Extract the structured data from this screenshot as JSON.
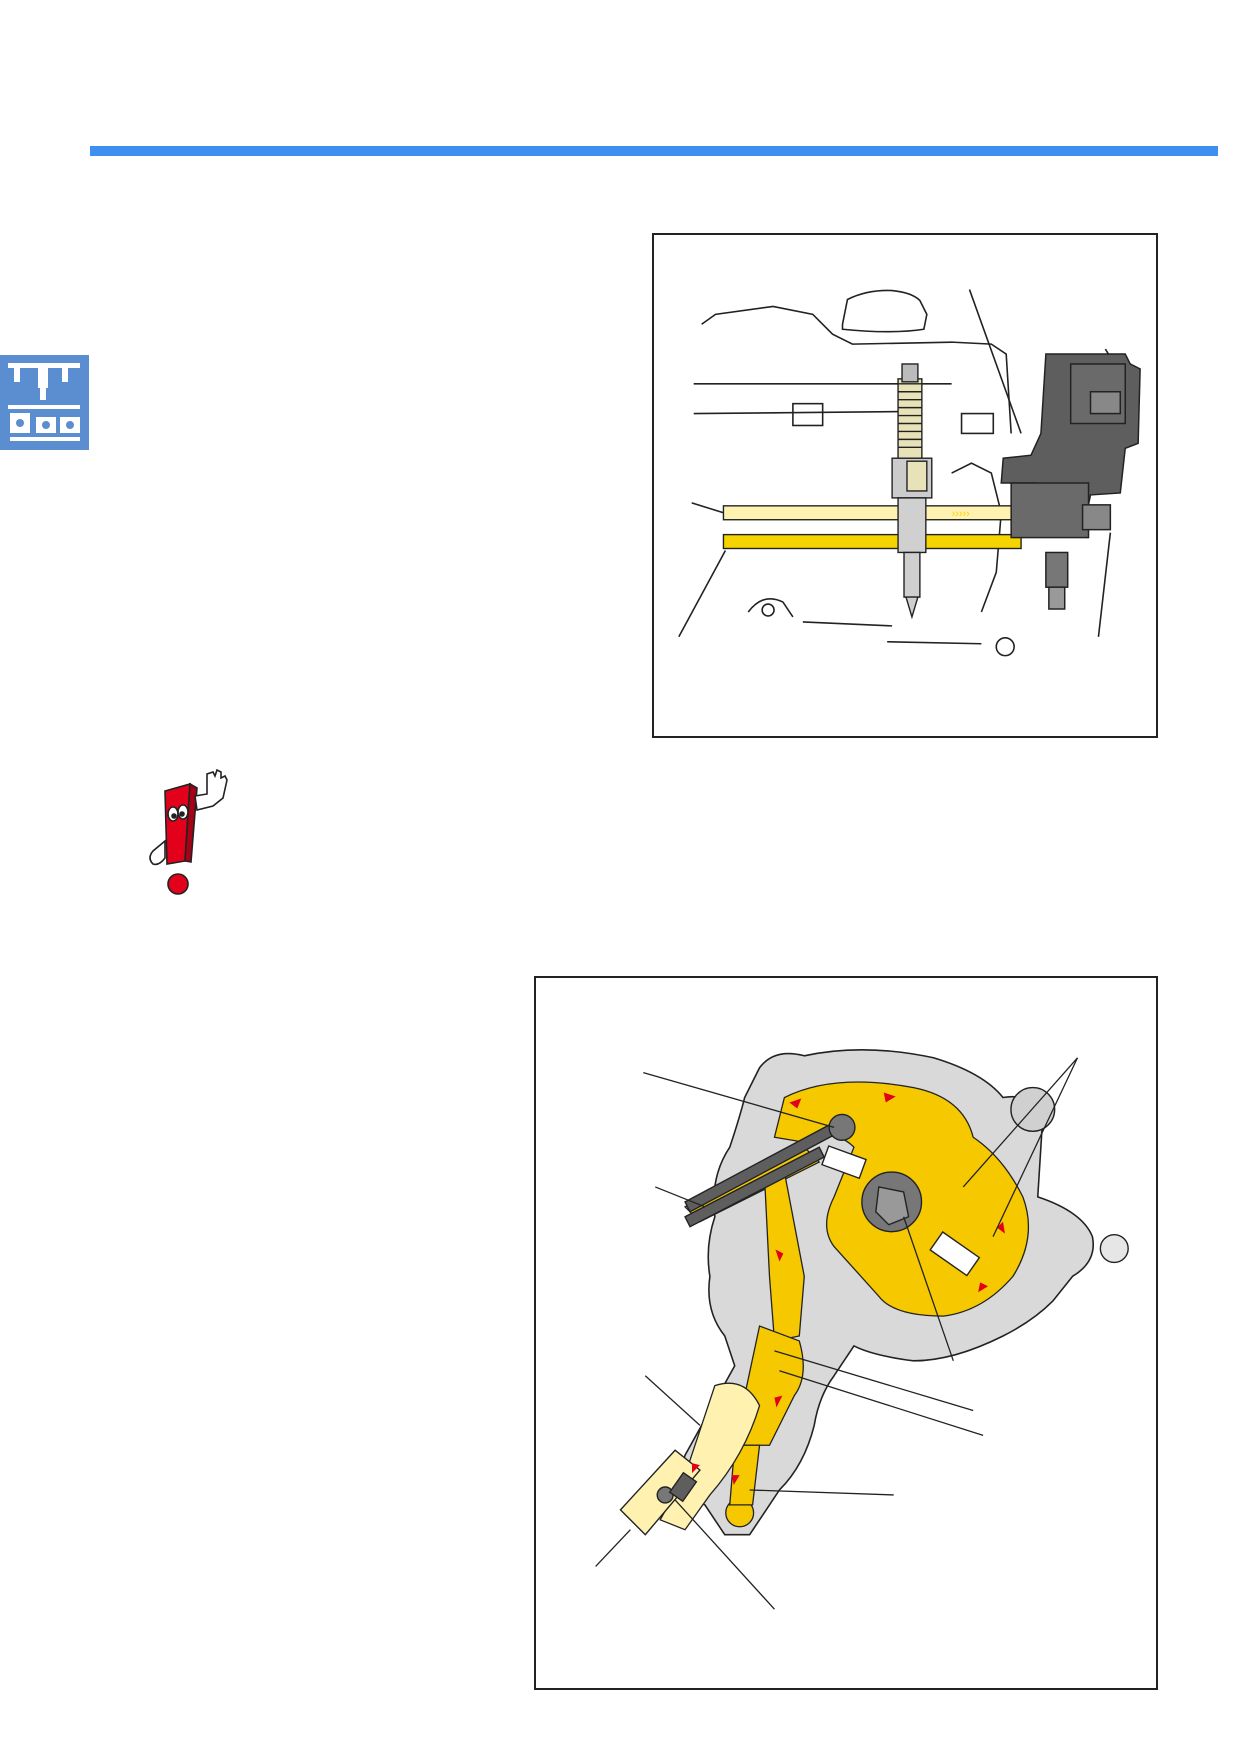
{
  "page": {
    "accent_color": "#3d8ff0",
    "section_icon": "engine-injector-section-icon",
    "caution_icon": "caution-exclamation-mascot-icon"
  },
  "figures": [
    {
      "id": "fuel-supply-overview",
      "description_icon": "unit-injector-and-tandem-pump-drawing",
      "colors": {
        "supply": "#f5d400",
        "return": "#fff2b0",
        "pump": "#555555"
      }
    },
    {
      "id": "tandem-pump-section",
      "description_icon": "fuel-pump-cutaway-drawing",
      "colors": {
        "fuel": "#f5c800",
        "flow_arrow": "#e3001b",
        "housing": "#d9d9d9"
      }
    }
  ]
}
